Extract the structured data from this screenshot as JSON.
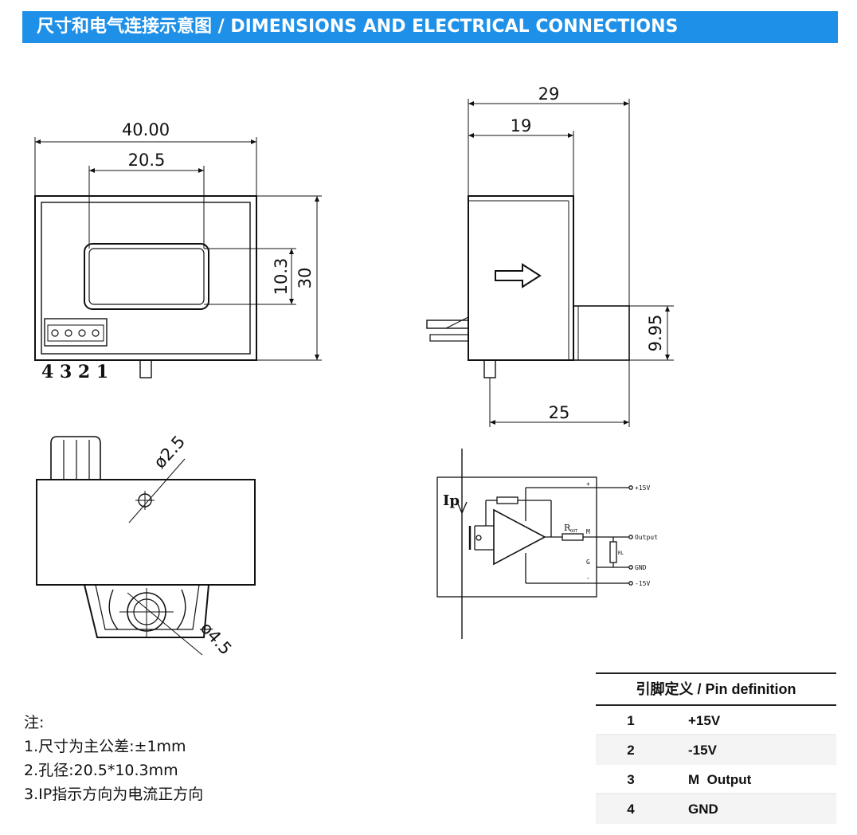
{
  "header": {
    "title": "尺寸和电气连接示意图 / DIMENSIONS AND ELECTRICAL CONNECTIONS"
  },
  "front_view": {
    "width_dim": "40.00",
    "aperture_width_dim": "20.5",
    "aperture_height_dim": "10.3",
    "height_dim": "30",
    "pin_numbers": "4 3 2 1"
  },
  "side_view": {
    "depth_dim": "29",
    "body_depth_dim": "19",
    "pin_height_dim": "9.95",
    "base_dim": "25"
  },
  "bottom_view": {
    "hole_small_dim": "ø2.5",
    "hole_large_dim": "ø4.5"
  },
  "circuit": {
    "ip_label": "Ip",
    "rout_label": "R",
    "rout_sub": "OUT",
    "rl_label": "RL",
    "m_label": "M",
    "g_label": "G",
    "plus_label": "+",
    "minus_label": "-",
    "terminals": [
      "+15V",
      "Output",
      "GND",
      "-15V"
    ]
  },
  "notes": {
    "title": "注:",
    "lines": [
      "1.尺寸为主公差:±1mm",
      "2.孔径:20.5*10.3mm",
      "3.IP指示方向为电流正方向"
    ]
  },
  "pin_definition": {
    "title": "引脚定义 / Pin definition",
    "rows": [
      {
        "pin": "1",
        "def": "+15V"
      },
      {
        "pin": "2",
        "def": "-15V"
      },
      {
        "pin": "3",
        "def": "M  Output"
      },
      {
        "pin": "4",
        "def": "GND"
      }
    ]
  }
}
